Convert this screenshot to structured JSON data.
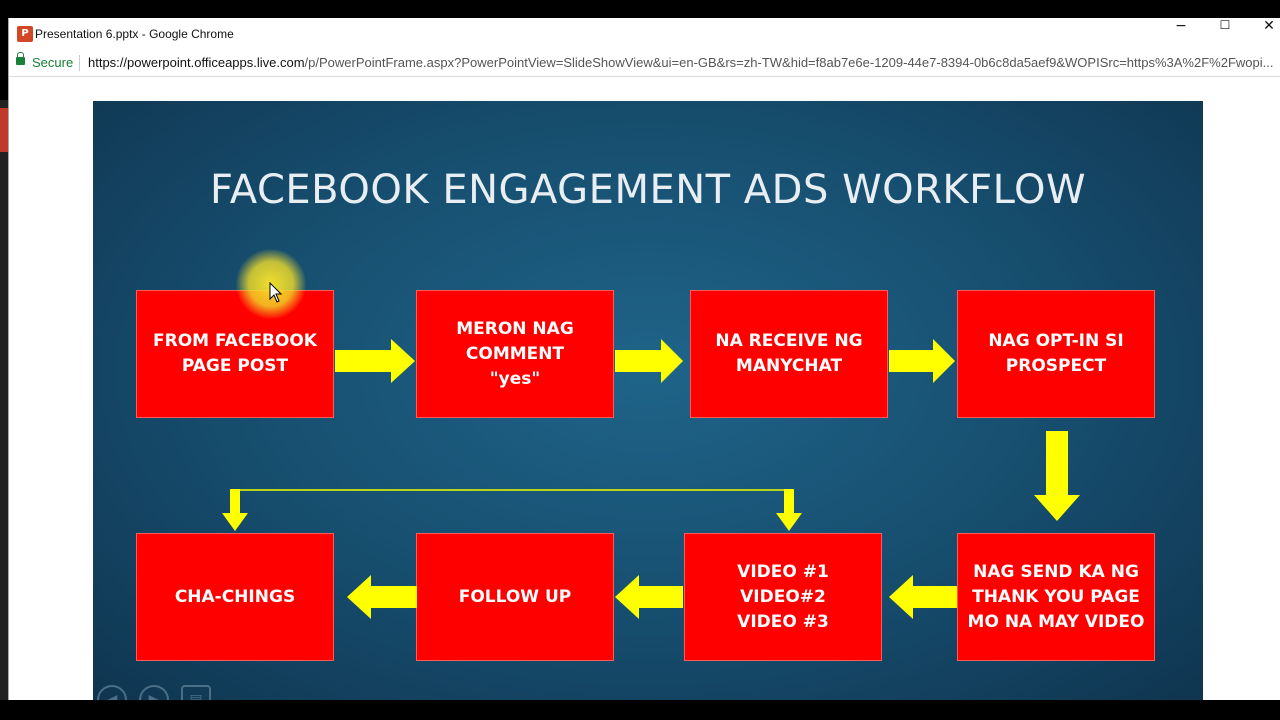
{
  "window": {
    "title": "Presentation 6.pptx - Google Chrome",
    "app_icon_letter": "P",
    "controls": {
      "minimize": "−",
      "maximize": "☐",
      "close": "✕"
    }
  },
  "address_bar": {
    "secure_label": "Secure",
    "url_host": "https://powerpoint.officeapps.live.com",
    "url_path": "/p/PowerPointFrame.aspx?PowerPointView=SlideShowView&ui=en-GB&rs=zh-TW&hid=f8ab7e6e-1209-44e7-8394-0b6c8da5aef9&WOPISrc=https%3A%2F%2Fwopi..."
  },
  "slide": {
    "title": "FACEBOOK ENGAGEMENT ADS WORKFLOW",
    "colors": {
      "box": "#ff0000",
      "arrow": "#ffff00",
      "text": "#ffffff"
    },
    "steps": [
      "FROM FACEBOOK\nPAGE POST",
      "MERON NAG\nCOMMENT\n\"yes\"",
      "NA RECEIVE NG\nMANYCHAT",
      "NAG OPT-IN SI\nPROSPECT",
      "NAG SEND KA NG\nTHANK YOU PAGE\nMO NA MAY VIDEO",
      "VIDEO #1\nVIDEO#2\nVIDEO #3",
      "FOLLOW UP",
      "CHA-CHINGS"
    ],
    "nav_controls": [
      "previous-slide",
      "next-slide",
      "slide-menu"
    ]
  }
}
